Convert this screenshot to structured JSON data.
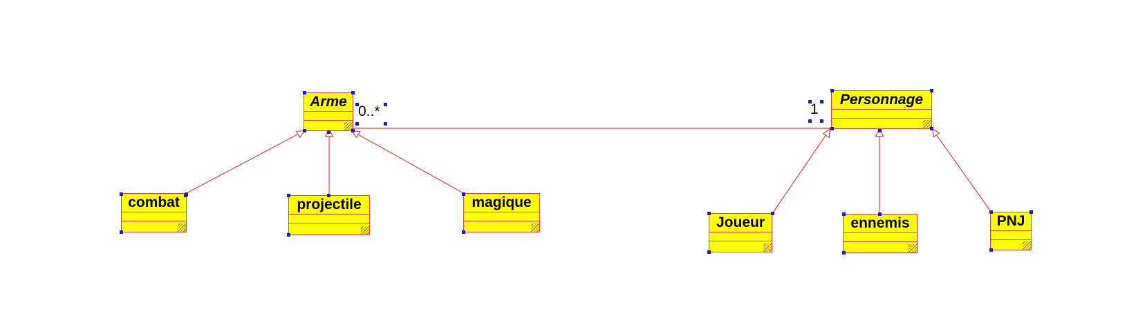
{
  "classes": {
    "arme": {
      "name": "Arme",
      "abstract": true
    },
    "personnage": {
      "name": "Personnage",
      "abstract": true
    },
    "combat": {
      "name": "combat"
    },
    "projectile": {
      "name": "projectile"
    },
    "magique": {
      "name": "magique"
    },
    "joueur": {
      "name": "Joueur"
    },
    "ennemis": {
      "name": "ennemis"
    },
    "pnj": {
      "name": "PNJ"
    }
  },
  "association": {
    "arme_multiplicity": "0..*",
    "personnage_multiplicity": "1"
  },
  "colors": {
    "class_fill": "#ffff00",
    "line": "#d84848",
    "handle": "#1a1ad8"
  }
}
